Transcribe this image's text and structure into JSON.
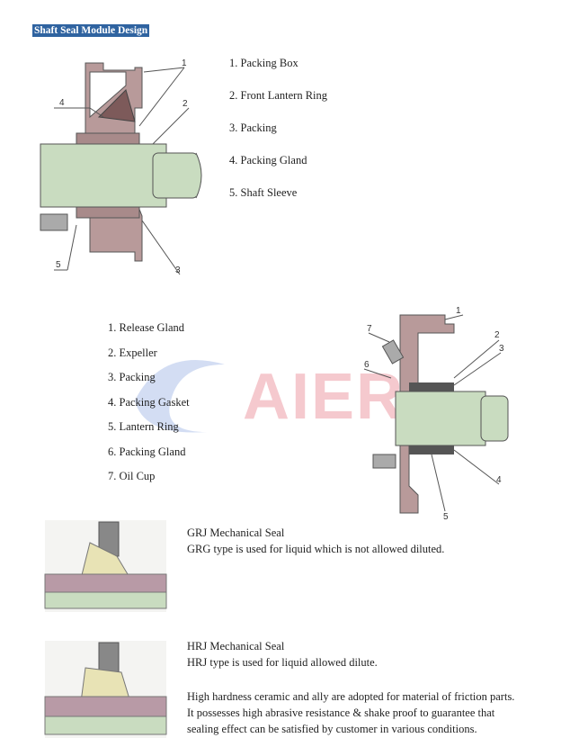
{
  "title": "Shaft Seal Module Design",
  "diagram1": {
    "callouts": [
      "1",
      "2",
      "3",
      "4",
      "5"
    ],
    "items": [
      "1. Packing Box",
      "2. Front Lantern Ring",
      "3. Packing",
      "4. Packing Gland",
      "5. Shaft Sleeve"
    ]
  },
  "diagram2": {
    "callouts": [
      "1",
      "2",
      "3",
      "4",
      "5",
      "6",
      "7"
    ],
    "items": [
      "1. Release Gland",
      "2. Expeller",
      "3. Packing",
      "4. Packing Gasket",
      "5. Lantern Ring",
      "6. Packing Gland",
      "7. Oil Cup"
    ]
  },
  "watermark": "AIER",
  "grj": {
    "heading": "GRJ Mechanical Seal",
    "description": "GRG type is used for liquid which is not allowed diluted."
  },
  "hrj": {
    "heading": "HRJ Mechanical Seal",
    "description": "HRJ type is used for liquid allowed dilute.",
    "details": [
      "High hardness ceramic and ally are adopted for material of friction parts.",
      "It possesses high abrasive resistance & shake proof to guarantee that",
      "sealing effect can be satisfied by customer in various conditions."
    ]
  },
  "colors": {
    "casing": "#b89a9a",
    "shaft": "#c9dcc0",
    "title_bg": "#2f63a0",
    "watermark": "#e98a95"
  }
}
